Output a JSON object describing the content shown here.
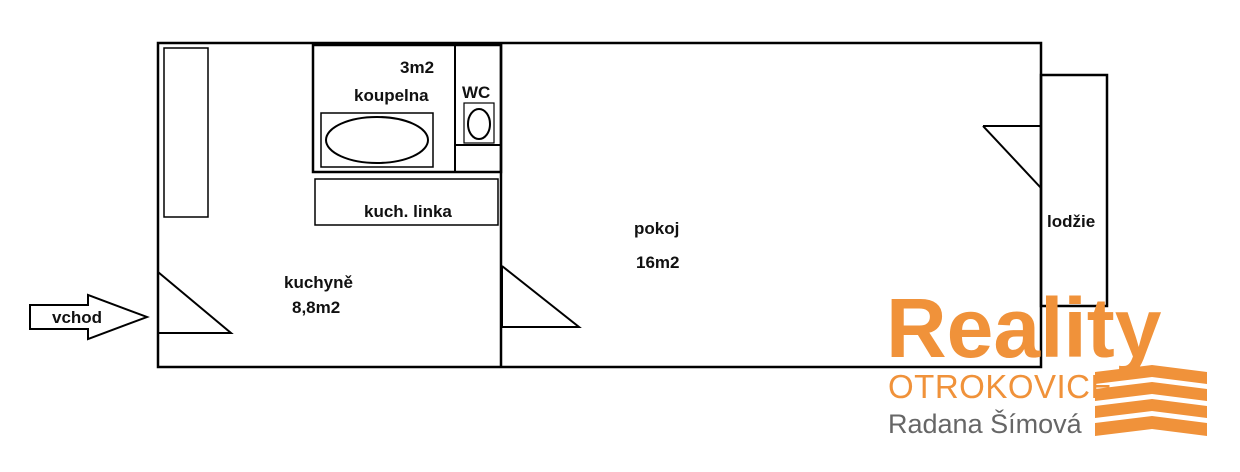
{
  "rooms": {
    "bathroom_area": "3m2",
    "bathroom": "koupelna",
    "wc": "WC",
    "kitchen_unit": "kuch. linka",
    "kitchen": "kuchyně",
    "kitchen_area": "8,8m2",
    "room": "pokoj",
    "room_area": "16m2",
    "loggia": "lodžie"
  },
  "entrance": "vchod",
  "logo": {
    "brand": "Reality",
    "city": "OTROKOVICE",
    "agent": "Radana Šímová"
  },
  "colors": {
    "wall": "#000000",
    "brand_orange": "#F0923A",
    "agent_gray": "#666666"
  }
}
